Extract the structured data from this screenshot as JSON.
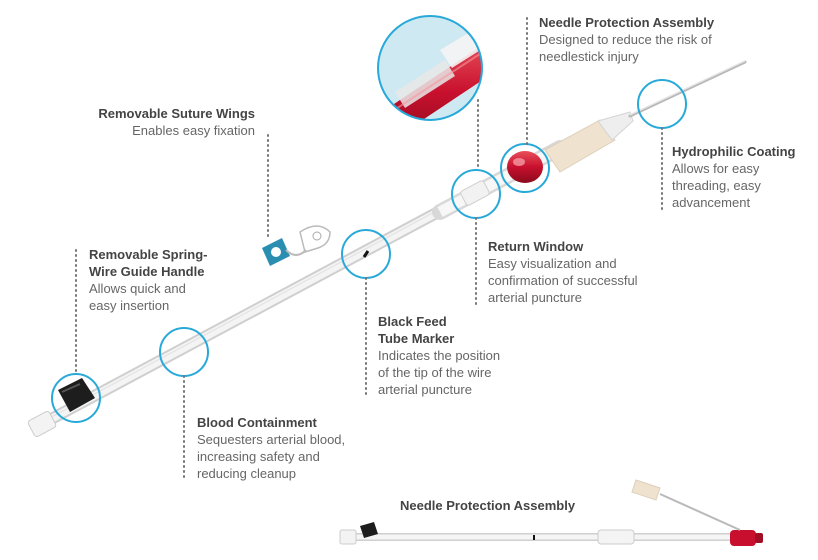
{
  "colors": {
    "circle": "#29a9d9",
    "dots": "#777777",
    "red": "#c8102e",
    "catheter": "#dcdcdc",
    "wing": "#2a8eb0"
  },
  "callouts": {
    "needle_protection": {
      "title": "Needle Protection Assembly",
      "desc": "Designed to reduce the risk of\nneedlestick injury"
    },
    "suture_wings": {
      "title": "Removable Suture Wings",
      "desc": "Enables easy fixation"
    },
    "hydrophilic": {
      "title": "Hydrophilic Coating",
      "desc": "Allows for easy\nthreading, easy\nadvancement"
    },
    "return_window": {
      "title": "Return Window",
      "desc": "Easy visualization and\nconfirmation of successful\narterial puncture"
    },
    "spring_wire": {
      "title": "Removable Spring-\nWire Guide Handle",
      "desc": "Allows quick and\neasy insertion"
    },
    "feed_marker": {
      "title": "Black Feed\nTube Marker",
      "desc": "Indicates the position\nof the tip of the wire\narterial puncture"
    },
    "blood_containment": {
      "title": "Blood Containment",
      "desc": "Sequesters arterial blood,\nincreasing safety and\nreducing cleanup"
    }
  },
  "bottom_label": "Needle Protection Assembly"
}
